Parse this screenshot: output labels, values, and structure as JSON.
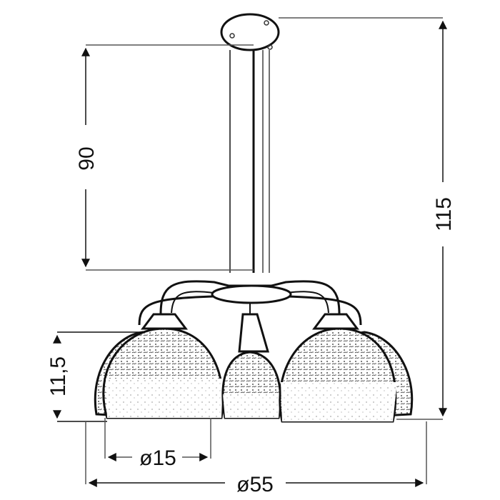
{
  "drawing": {
    "subject": "5-arm pendant lamp with glass globe shades",
    "dimensions": {
      "suspension_height": "90",
      "total_height": "115",
      "shade_height": "11,5",
      "shade_diameter": "ø15",
      "total_diameter": "ø55"
    },
    "colors": {
      "line": "#111111",
      "dim_line": "#555555",
      "background": "#ffffff"
    }
  }
}
